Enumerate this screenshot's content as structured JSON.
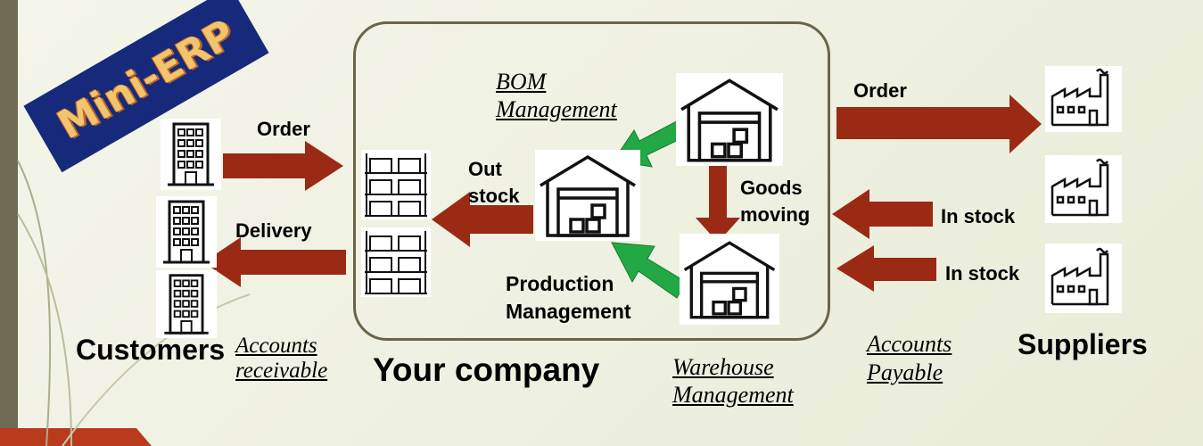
{
  "logo": {
    "text": "Mini-ERP"
  },
  "customers": {
    "label": "Customers",
    "accounts": "Accounts receivable",
    "order": "Order",
    "delivery": "Delivery"
  },
  "company": {
    "label": "Your company",
    "out_stock": "Out stock",
    "production": "Production Management",
    "bom": "BOM Management",
    "goods_moving": "Goods moving",
    "warehouse": "Warehouse Management"
  },
  "suppliers": {
    "label": "Suppliers",
    "accounts": "Accounts Payable",
    "order": "Order",
    "in_stock_1": "In stock",
    "in_stock_2": "In stock"
  },
  "colors": {
    "arrow": "#9b2a14",
    "green_arrow": "#22a845",
    "banner": "#17297a",
    "banner_text": "#f2c46c",
    "box_border": "#6b6548",
    "stripe": "#6f6a52",
    "corner": "#b93a1c"
  },
  "icons": [
    "office-building-icon",
    "shelving-icon",
    "warehouse-icon",
    "factory-icon"
  ]
}
